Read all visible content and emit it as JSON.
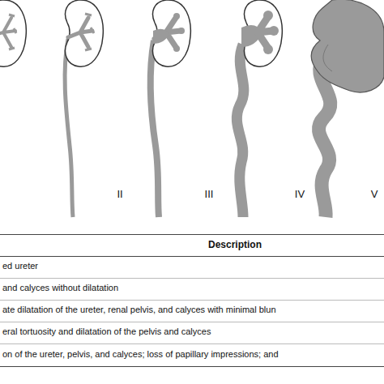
{
  "diagram": {
    "labels": [
      "II",
      "III",
      "IV",
      "V",
      "Description",
      "ed ureter",
      "and calyces without dilatation",
      "ate dilatation of the ureter, renal pelvis, and calyces with minimal blun",
      "eral tortuosity and dilatation of the pelvis and calyces",
      "on of the ureter, pelvis, and calyces; loss of papillary impressions; and"
    ]
  }
}
